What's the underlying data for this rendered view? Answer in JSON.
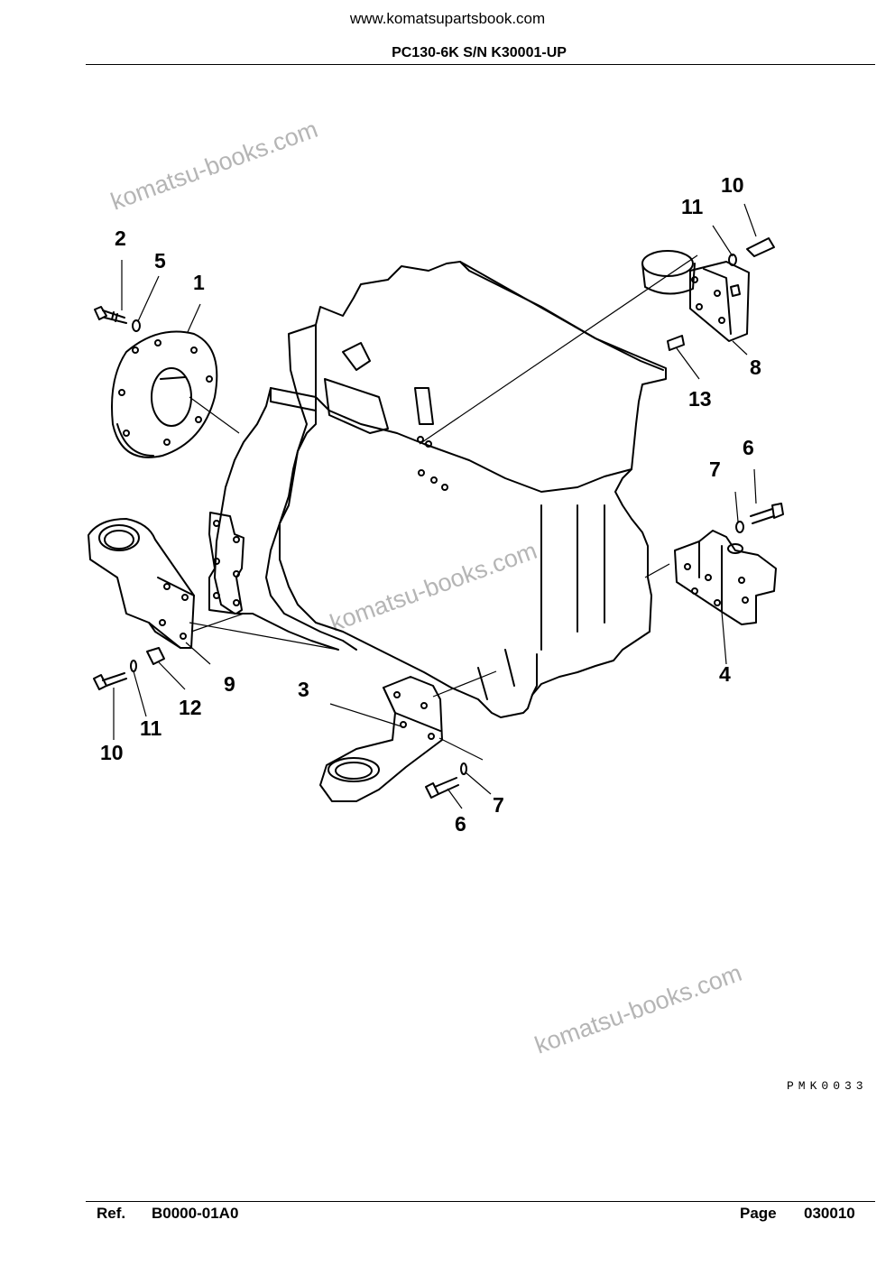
{
  "header": {
    "site_url": "www.komatsupartsbook.com",
    "model": "PC130-6K S/N K30001-UP"
  },
  "watermarks": [
    "komatsu-books.com",
    "komatsu-books.com",
    "komatsu-books.com"
  ],
  "callouts": [
    "1",
    "2",
    "3",
    "4",
    "5",
    "6",
    "6",
    "7",
    "7",
    "8",
    "9",
    "10",
    "10",
    "11",
    "11",
    "12",
    "13"
  ],
  "figure_code": "PMK0033",
  "footer": {
    "ref_label": "Ref.",
    "ref_value": "B0000-01A0",
    "page_label": "Page",
    "page_value": "030010"
  }
}
